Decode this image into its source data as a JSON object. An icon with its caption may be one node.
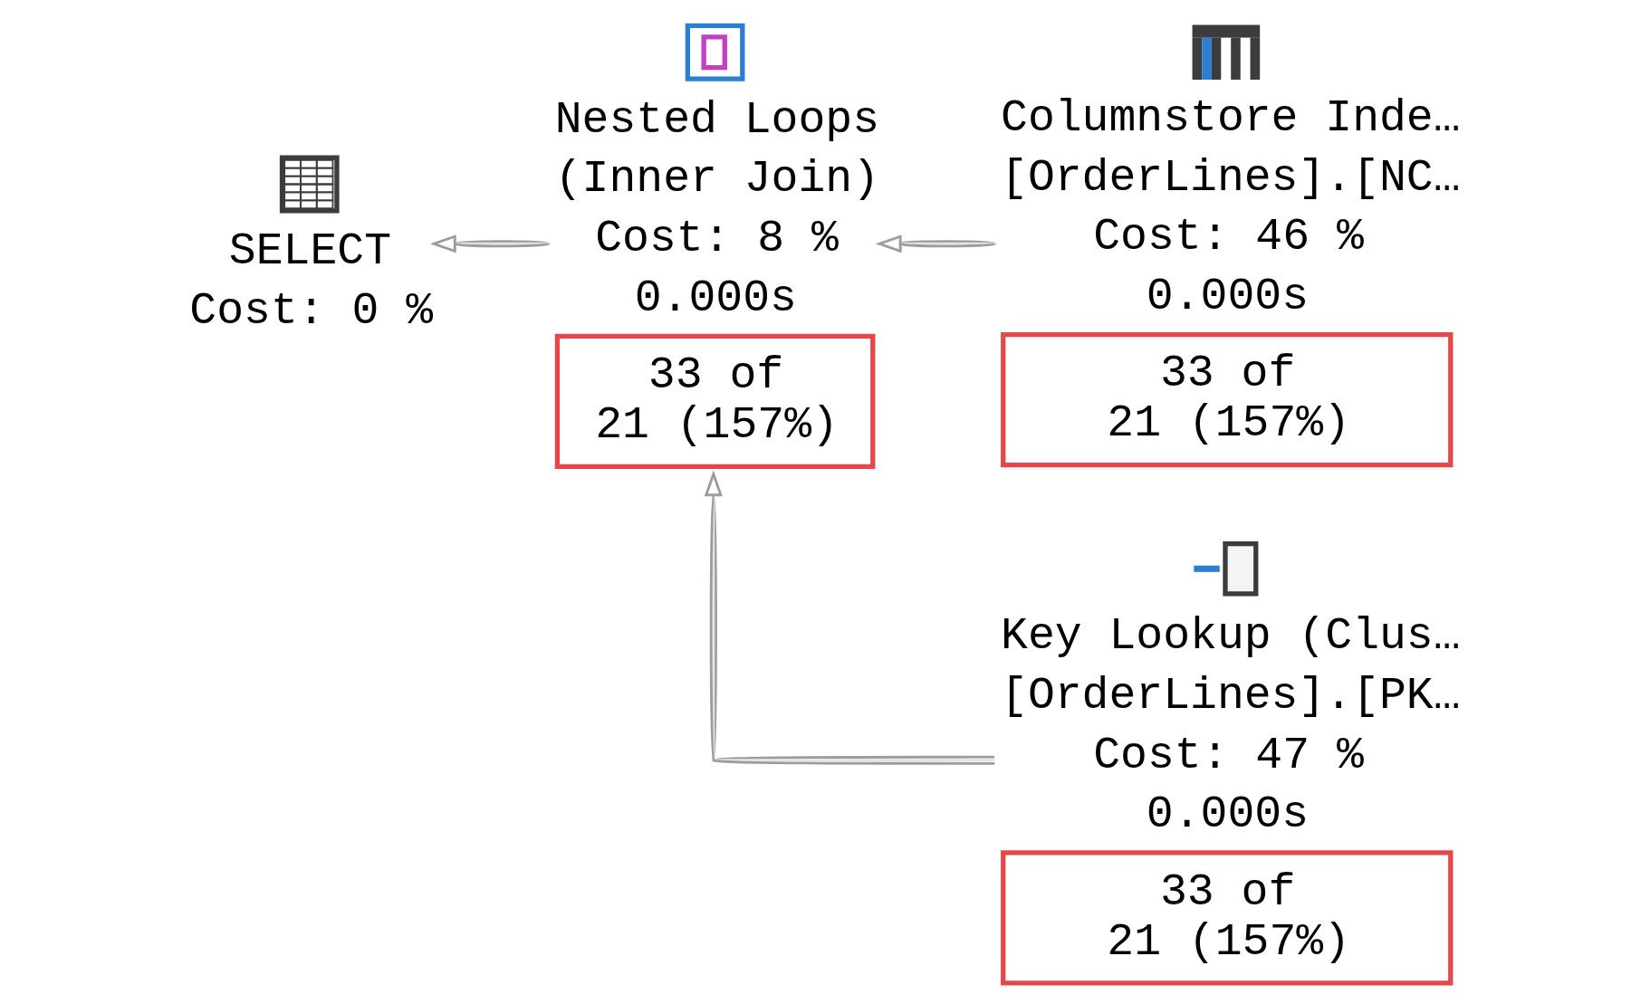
{
  "diagram": {
    "nodes": [
      {
        "text": [
          "SELECT",
          "Cost: 0 %"
        ]
      },
      {
        "text": [
          "Nested Loops",
          "(Inner Join)",
          "Cost: 8 %",
          "0.000s",
          "33 of 21 (157%)"
        ]
      },
      {
        "text": [
          "Columnstore Inde…",
          "[OrderLines].[NC…",
          "Cost: 46 %",
          "0.000s",
          "33 of 21 (157%)"
        ]
      },
      {
        "text": [
          "Key Lookup (Clus…",
          "[OrderLines].[PK…",
          "Cost: 47 %",
          "0.000s",
          "33 of 21 (157%)"
        ]
      }
    ],
    "edges": [
      {
        "from": 1,
        "to": 0,
        "arrow": "to"
      },
      {
        "from": 2,
        "to": 1,
        "arrow": "to"
      },
      {
        "from": 3,
        "to": 1,
        "arrow": "to"
      }
    ]
  }
}
